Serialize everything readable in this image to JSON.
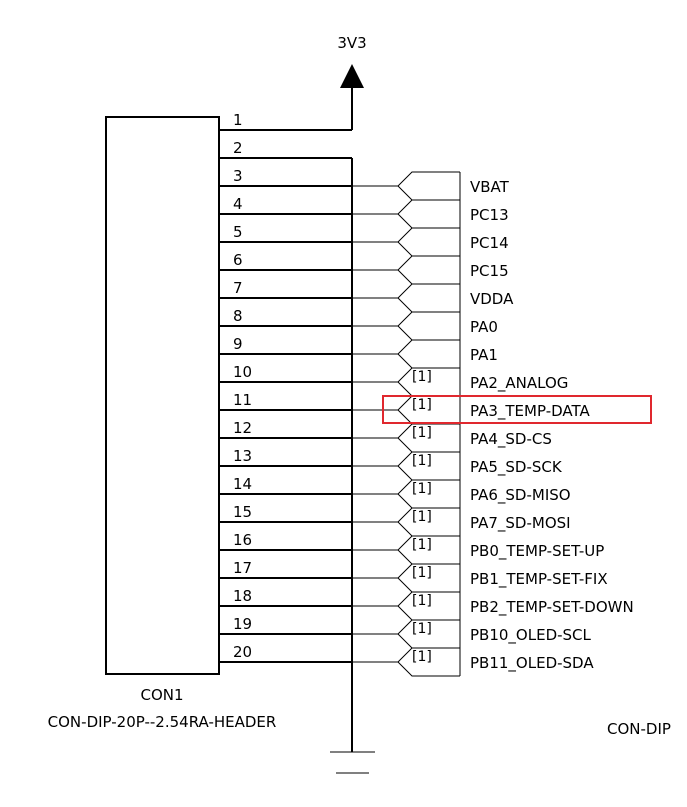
{
  "power": {
    "label": "3V3"
  },
  "connector": {
    "designator": "CON1",
    "part": "CON-DIP-20P--2.54RA-HEADER",
    "pins": [
      "1",
      "2",
      "3",
      "4",
      "5",
      "6",
      "7",
      "8",
      "9",
      "10",
      "11",
      "12",
      "13",
      "14",
      "15",
      "16",
      "17",
      "18",
      "19",
      "20"
    ]
  },
  "nets": [
    {
      "pin": "3",
      "name": "VBAT",
      "tag": ""
    },
    {
      "pin": "4",
      "name": "PC13",
      "tag": ""
    },
    {
      "pin": "5",
      "name": "PC14",
      "tag": ""
    },
    {
      "pin": "6",
      "name": "PC15",
      "tag": ""
    },
    {
      "pin": "7",
      "name": "VDDA",
      "tag": ""
    },
    {
      "pin": "8",
      "name": "PA0",
      "tag": ""
    },
    {
      "pin": "9",
      "name": "PA1",
      "tag": ""
    },
    {
      "pin": "10",
      "name": "PA2_ANALOG",
      "tag": "[1]"
    },
    {
      "pin": "11",
      "name": "PA3_TEMP-DATA",
      "tag": "[1]"
    },
    {
      "pin": "12",
      "name": "PA4_SD-CS",
      "tag": "[1]"
    },
    {
      "pin": "13",
      "name": "PA5_SD-SCK",
      "tag": "[1]"
    },
    {
      "pin": "14",
      "name": "PA6_SD-MISO",
      "tag": "[1]"
    },
    {
      "pin": "15",
      "name": "PA7_SD-MOSI",
      "tag": "[1]"
    },
    {
      "pin": "16",
      "name": "PB0_TEMP-SET-UP",
      "tag": "[1]"
    },
    {
      "pin": "17",
      "name": "PB1_TEMP-SET-FIX",
      "tag": "[1]"
    },
    {
      "pin": "18",
      "name": "PB2_TEMP-SET-DOWN",
      "tag": "[1]"
    },
    {
      "pin": "19",
      "name": "PB10_OLED-SCL",
      "tag": "[1]"
    },
    {
      "pin": "20",
      "name": "PB11_OLED-SDA",
      "tag": "[1]"
    }
  ],
  "highlight": {
    "net": "PA3_TEMP-DATA",
    "color": "#e0282e"
  },
  "cutoff_label": "CON-DIP"
}
